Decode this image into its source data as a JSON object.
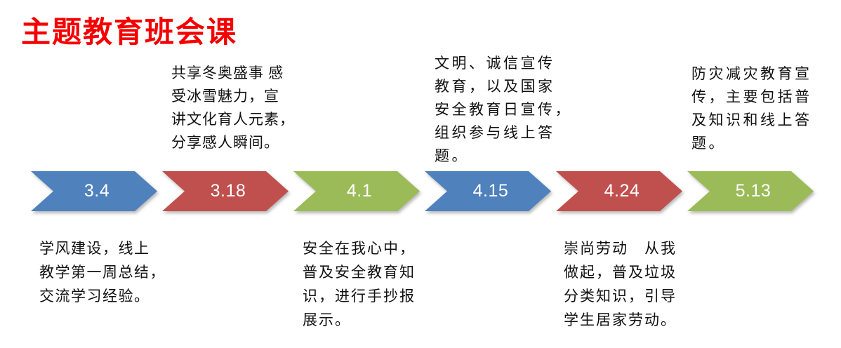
{
  "page": {
    "title": "主题教育班会课",
    "title_color": "#f40000",
    "background_color": "#ffffff"
  },
  "timeline": {
    "type": "chevron-process",
    "milestones": [
      {
        "date": "3.4",
        "color": "#4f81bd"
      },
      {
        "date": "3.18",
        "color": "#c0504d"
      },
      {
        "date": "4.1",
        "color": "#9bbb59"
      },
      {
        "date": "4.15",
        "color": "#4f81bd"
      },
      {
        "date": "4.24",
        "color": "#c0504d"
      },
      {
        "date": "5.13",
        "color": "#9bbb59"
      }
    ],
    "notes_above": [
      {
        "text": "共享冬奥盛事 感\n受冰雪魅力，宣\n讲文化育人元素，\n分享感人瞬间。"
      },
      {
        "text": "文明、诚信宣传\n教育，以及国家\n安全教育日宣传，\n组织参与线上答\n题。"
      },
      {
        "text": "防灾减灾教育宣\n传，主要包括普\n及知识和线上答\n题。"
      }
    ],
    "notes_below": [
      {
        "text": "学风建设，线上\n教学第一周总结，\n交流学习经验。"
      },
      {
        "text": "安全在我心中，\n普及安全教育知\n识，进行手抄报\n展示。"
      },
      {
        "text": "崇尚劳动　从我\n做起，普及垃圾\n分类知识，引导\n学生居家劳动。"
      }
    ]
  }
}
